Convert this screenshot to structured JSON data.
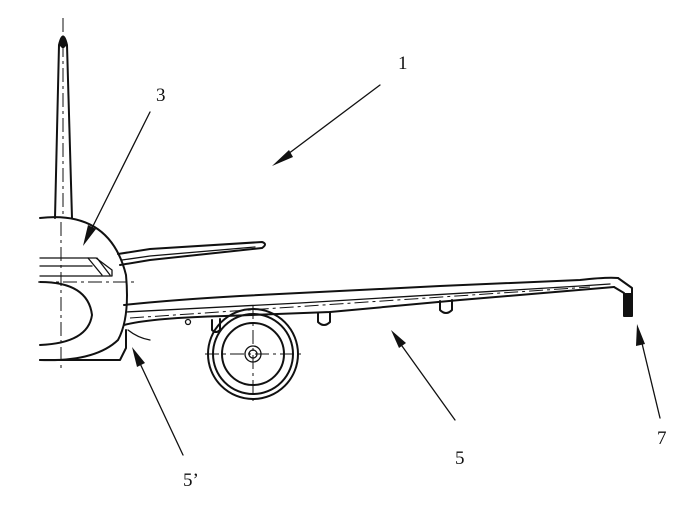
{
  "figure": {
    "labels": {
      "aircraft": "1",
      "fuselage": "3",
      "wing": "5",
      "wing_root": "5’",
      "wingtip_device": "7"
    }
  }
}
